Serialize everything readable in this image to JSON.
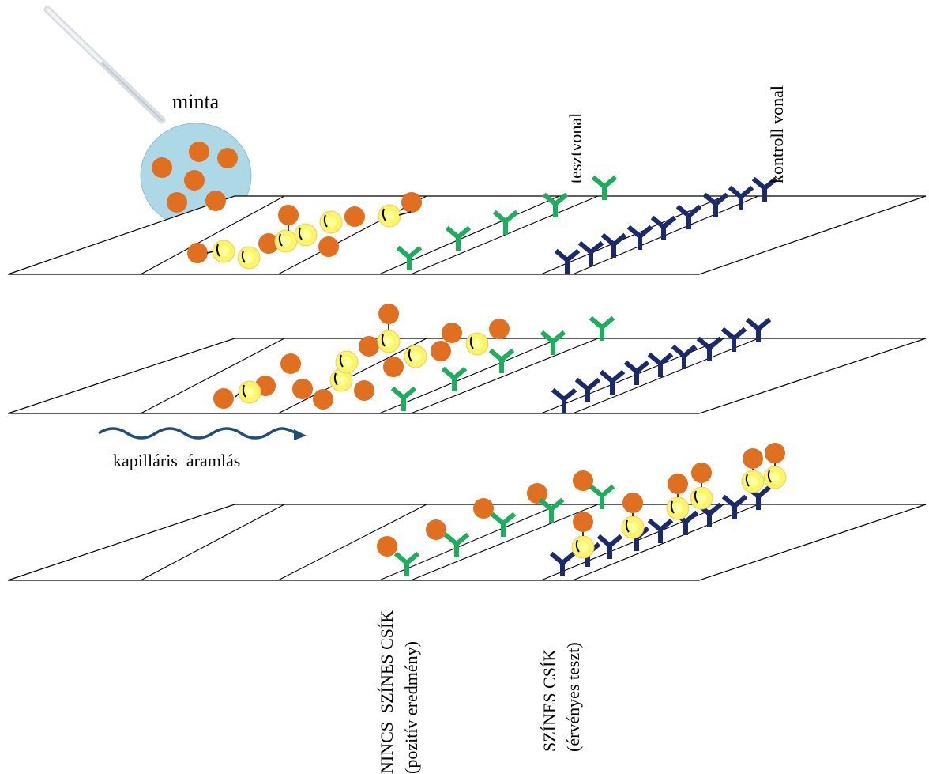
{
  "labels": {
    "sample": "minta",
    "test_line": "tesztvonal",
    "control_line": "kontroll vonal",
    "flow": "kapilláris  áramlás",
    "result_test_1": "NINCS  SZÍNES CSÍK",
    "result_test_2": "(pozitív eredmény)",
    "result_control_1": "SZÍNES CSÍK",
    "result_control_2": "(érvényes teszt)"
  },
  "colors": {
    "antigen": "#E07020",
    "conjugate_glow": "#FFFF66",
    "conjugate_core": "#FFFF99",
    "test_antibody": "#1BAE5C",
    "control_antibody": "#1A2A6C",
    "sample_drop": "#ADD8E6",
    "flow_arrow": "#1F4E79"
  },
  "icons": {
    "pipette": "pipette-icon",
    "antibody": "y-antibody-icon"
  },
  "panels": [
    {
      "name": "panel-before-flow"
    },
    {
      "name": "panel-during-flow"
    },
    {
      "name": "panel-result"
    }
  ]
}
